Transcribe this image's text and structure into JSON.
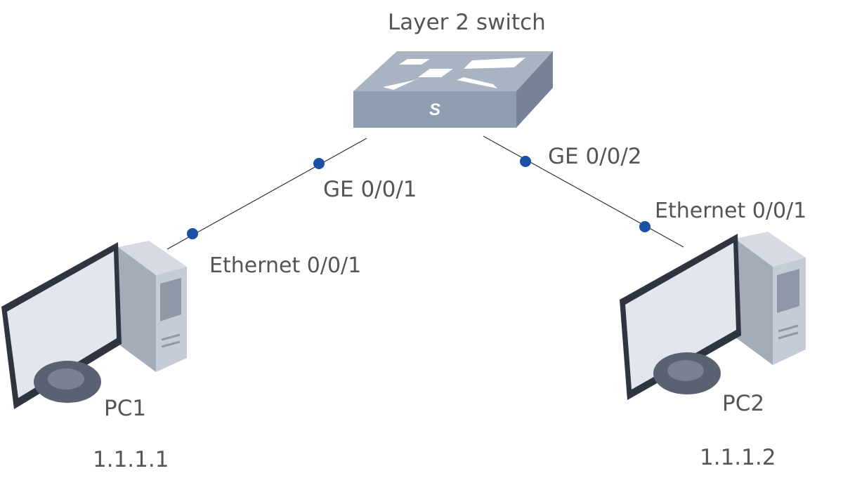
{
  "switch": {
    "label": "Layer 2 switch",
    "badge": "S"
  },
  "pc1": {
    "name": "PC1",
    "ip": "1.1.1.1",
    "port_label": "Ethernet 0/0/1"
  },
  "pc2": {
    "name": "PC2",
    "ip": "1.1.1.2",
    "port_label": "Ethernet 0/0/1"
  },
  "links": [
    {
      "switch_port": "GE 0/0/1",
      "pc_port": "Ethernet 0/0/1"
    },
    {
      "switch_port": "GE 0/0/2",
      "pc_port": "Ethernet 0/0/1"
    }
  ],
  "colors": {
    "port_dot": "#1c4fa8",
    "link_line": "#333333",
    "label_text": "#555555",
    "switch_top": "#a9b3c2",
    "switch_front": "#8f9db0",
    "switch_side": "#768397",
    "monitor_frame": "#2f3540",
    "monitor_screen": "#e3e6ec",
    "tower_light": "#c6ccd6",
    "tower_dark": "#a4acb9"
  }
}
